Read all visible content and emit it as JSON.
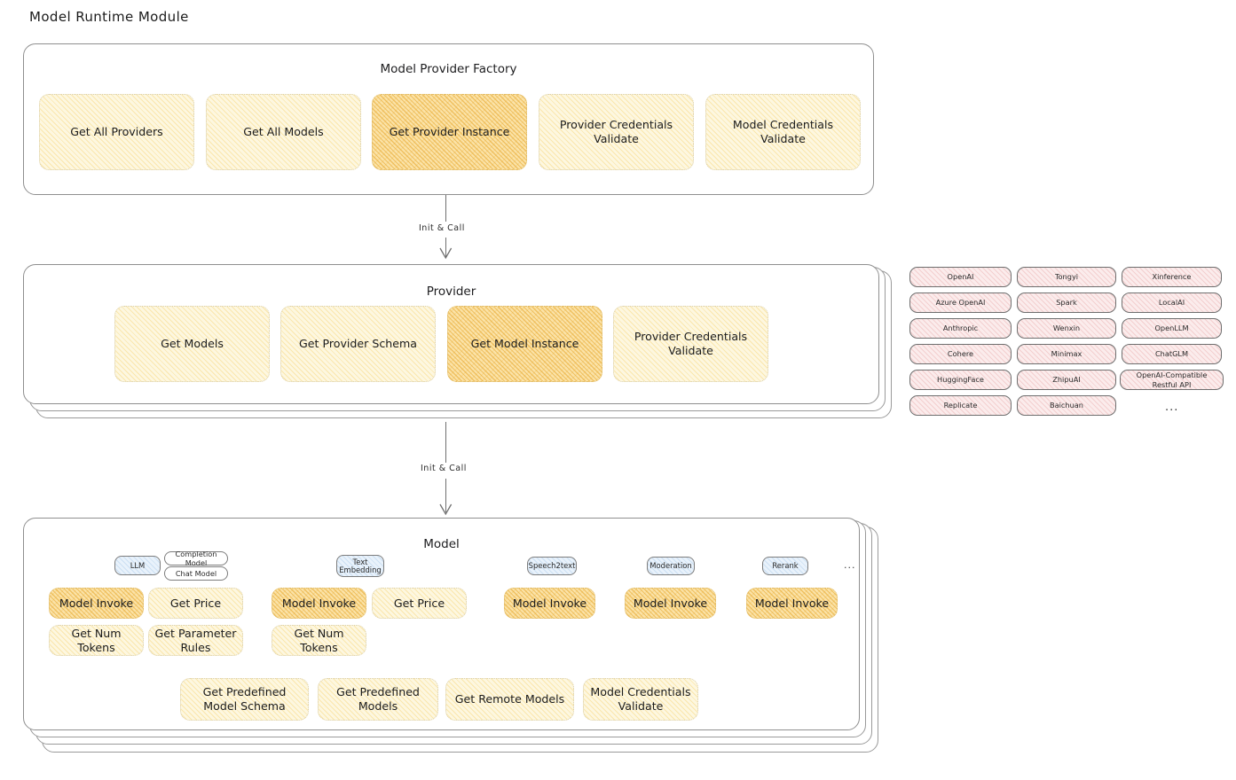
{
  "title": "Model Runtime Module",
  "colors": {
    "highlight": "#fbe3a8",
    "normal": "#fdf7e0",
    "provider_tag": "#fbecec",
    "model_type_tag": "#e9f2fb",
    "stroke": "#8f8f8f"
  },
  "factory": {
    "title": "Model Provider Factory",
    "items": [
      {
        "label": "Get All Providers",
        "highlight": false
      },
      {
        "label": "Get All Models",
        "highlight": false
      },
      {
        "label": "Get Provider Instance",
        "highlight": true
      },
      {
        "label": "Provider Credentials Validate",
        "highlight": false
      },
      {
        "label": "Model Credentials Validate",
        "highlight": false
      }
    ]
  },
  "connector_1": {
    "label": "Init & Call"
  },
  "provider": {
    "title": "Provider",
    "items": [
      {
        "label": "Get Models",
        "highlight": false
      },
      {
        "label": "Get Provider Schema",
        "highlight": false
      },
      {
        "label": "Get Model Instance",
        "highlight": true
      },
      {
        "label": "Provider Credentials Validate",
        "highlight": false
      }
    ]
  },
  "provider_tags": {
    "columns": [
      [
        "OpenAI",
        "Azure OpenAI",
        "Anthropic",
        "Cohere",
        "HuggingFace",
        "Replicate"
      ],
      [
        "Tongyi",
        "Spark",
        "Wenxin",
        "Minimax",
        "ZhipuAI",
        "Baichuan"
      ],
      [
        "Xinference",
        "LocalAI",
        "OpenLLM",
        "ChatGLM",
        "OpenAI-Compatible Restful API"
      ]
    ],
    "more": "..."
  },
  "connector_2": {
    "label": "Init & Call"
  },
  "model": {
    "title": "Model",
    "more": "...",
    "groups": [
      {
        "type": "LLM",
        "subtypes": [
          "Completion Model",
          "Chat Model"
        ],
        "methods": [
          {
            "label": "Model Invoke",
            "highlight": true
          },
          {
            "label": "Get Price",
            "highlight": false
          },
          {
            "label": "Get Num Tokens",
            "highlight": false
          },
          {
            "label": "Get Parameter Rules",
            "highlight": false
          }
        ]
      },
      {
        "type": "Text Embedding",
        "subtypes": [],
        "methods": [
          {
            "label": "Model Invoke",
            "highlight": true
          },
          {
            "label": "Get Price",
            "highlight": false
          },
          {
            "label": "Get Num Tokens",
            "highlight": false
          }
        ]
      },
      {
        "type": "Speech2text",
        "subtypes": [],
        "methods": [
          {
            "label": "Model Invoke",
            "highlight": true
          }
        ]
      },
      {
        "type": "Moderation",
        "subtypes": [],
        "methods": [
          {
            "label": "Model Invoke",
            "highlight": true
          }
        ]
      },
      {
        "type": "Rerank",
        "subtypes": [],
        "methods": [
          {
            "label": "Model Invoke",
            "highlight": true
          }
        ]
      }
    ],
    "common_methods": [
      "Get Predefined Model Schema",
      "Get Predefined Models",
      "Get Remote Models",
      "Model Credentials Validate"
    ]
  }
}
